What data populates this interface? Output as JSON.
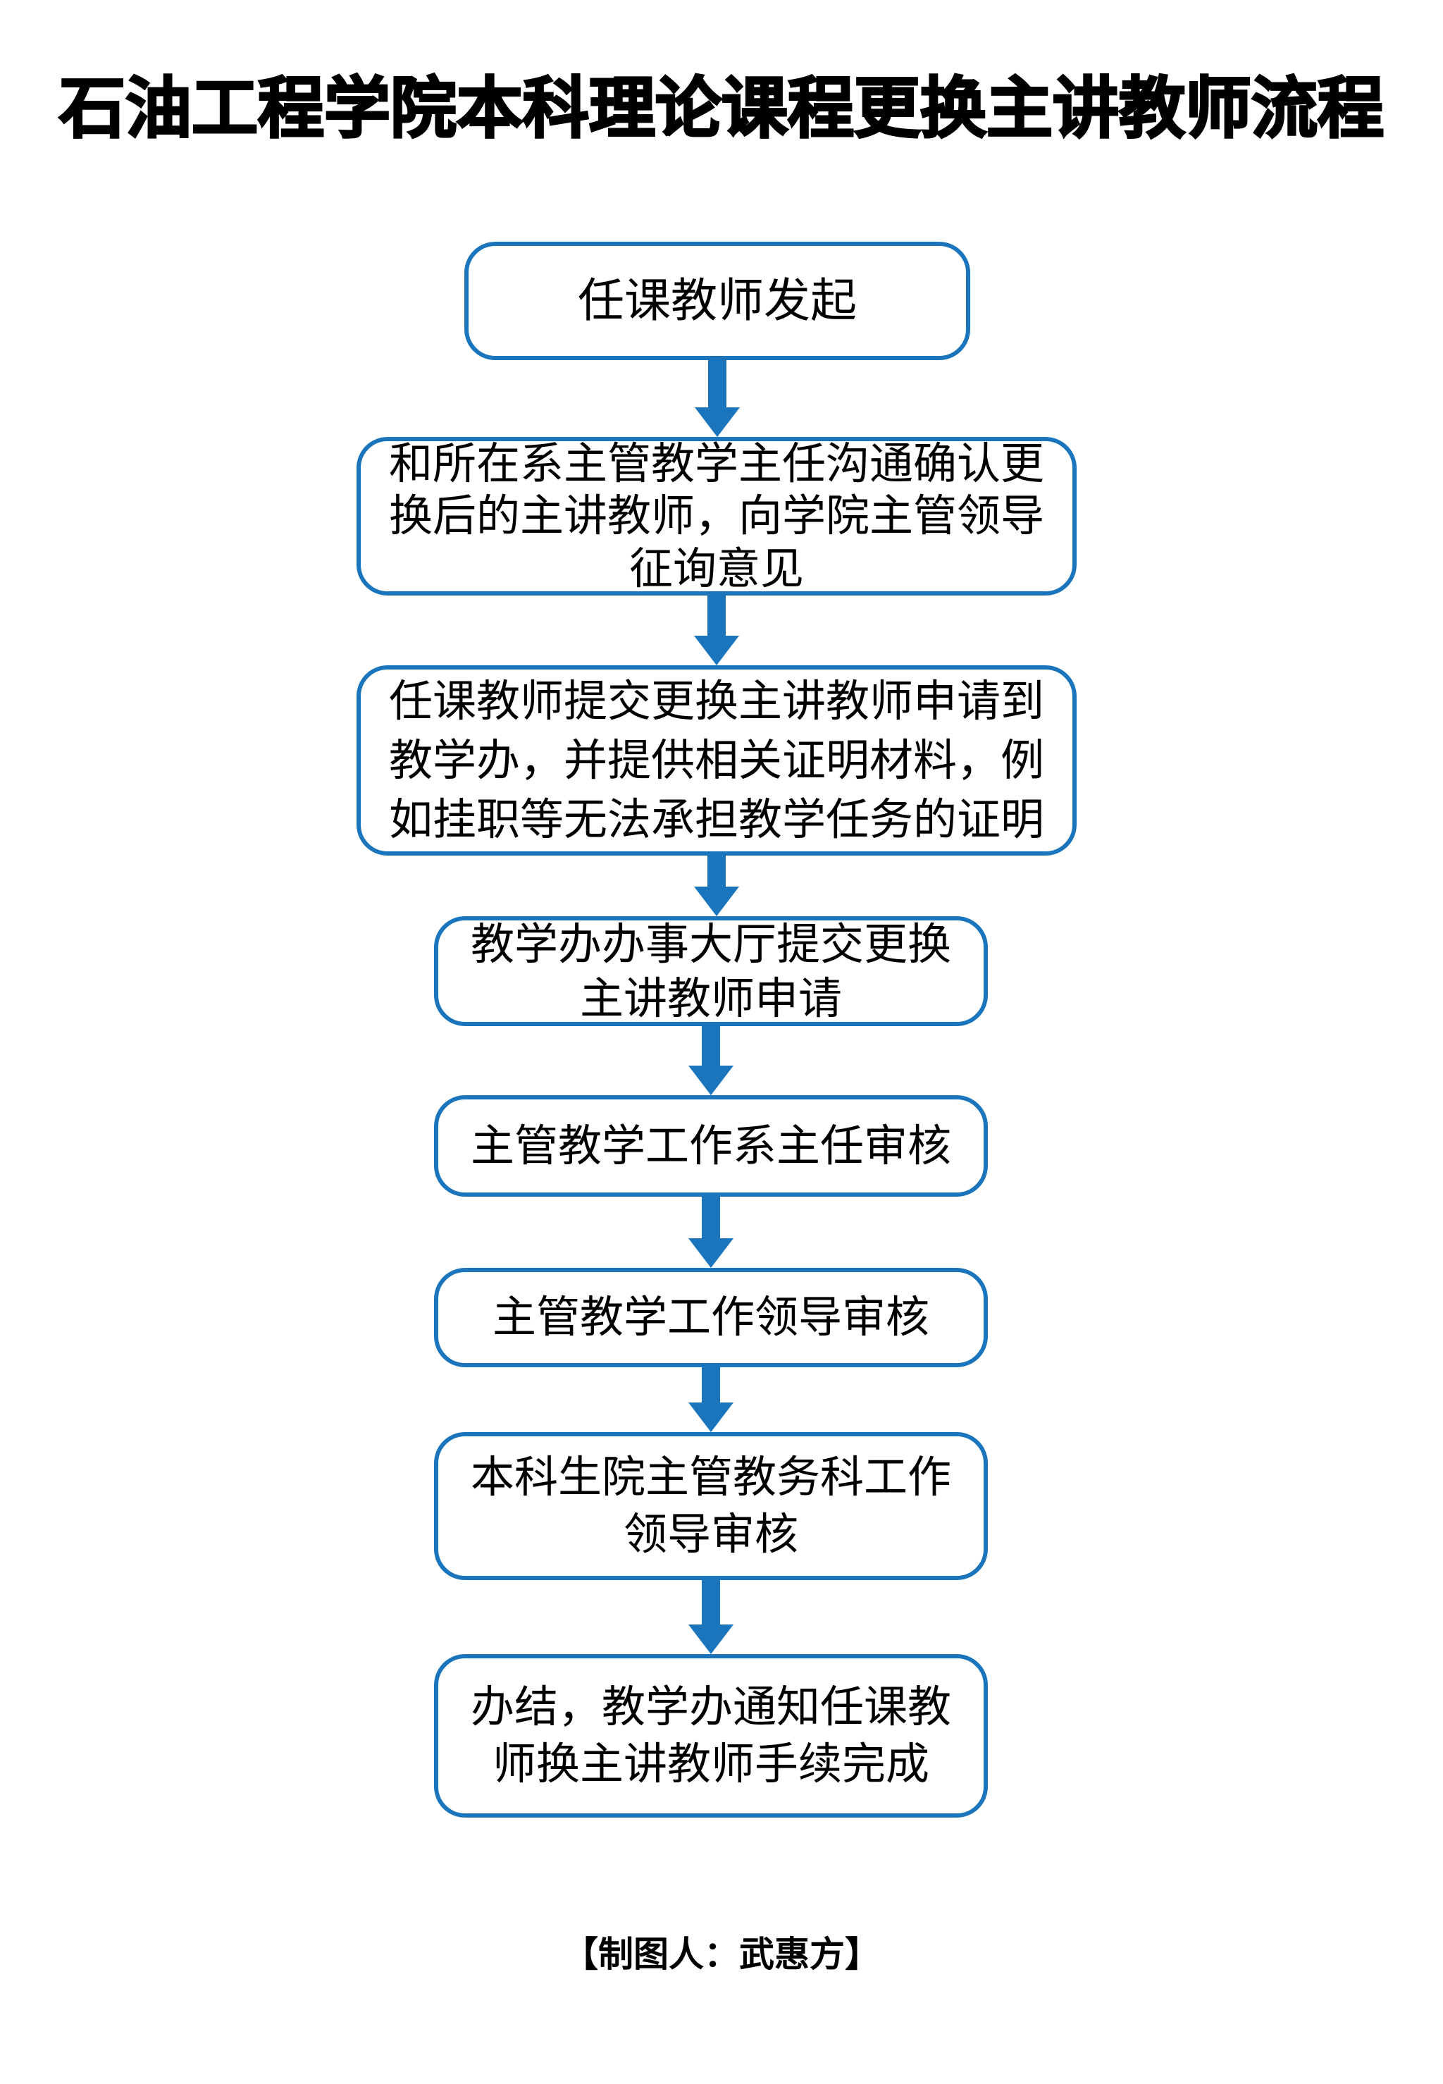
{
  "title": "石油工程学院本科理论课程更换主讲教师流程",
  "flow": {
    "steps": [
      {
        "text": "任课教师发起"
      },
      {
        "text": "和所在系主管教学主任沟通确认更换后的主讲教师，向学院主管领导征询意见"
      },
      {
        "text": "任课教师提交更换主讲教师申请到教学办，并提供相关证明材料，例如挂职等无法承担教学任务的证明"
      },
      {
        "text": "教学办办事大厅提交更换主讲教师申请"
      },
      {
        "text": "主管教学工作系主任审核"
      },
      {
        "text": "主管教学工作领导审核"
      },
      {
        "text": "本科生院主管教务科工作领导审核"
      },
      {
        "text": "办结，教学办通知任课教师换主讲教师手续完成"
      }
    ]
  },
  "footer": {
    "credit": "【制图人：武惠方】"
  },
  "colors": {
    "accent": "#1b75bc",
    "text": "#000000",
    "background": "#ffffff"
  }
}
